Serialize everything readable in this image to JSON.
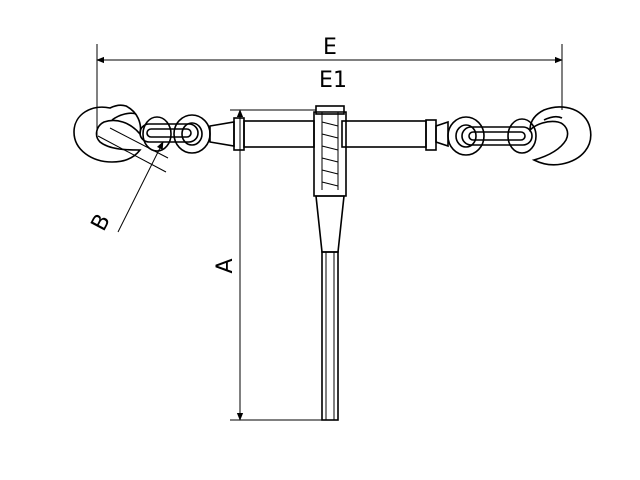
{
  "labels": {
    "E": "E",
    "E1": "E1",
    "A": "A",
    "B": "B"
  }
}
